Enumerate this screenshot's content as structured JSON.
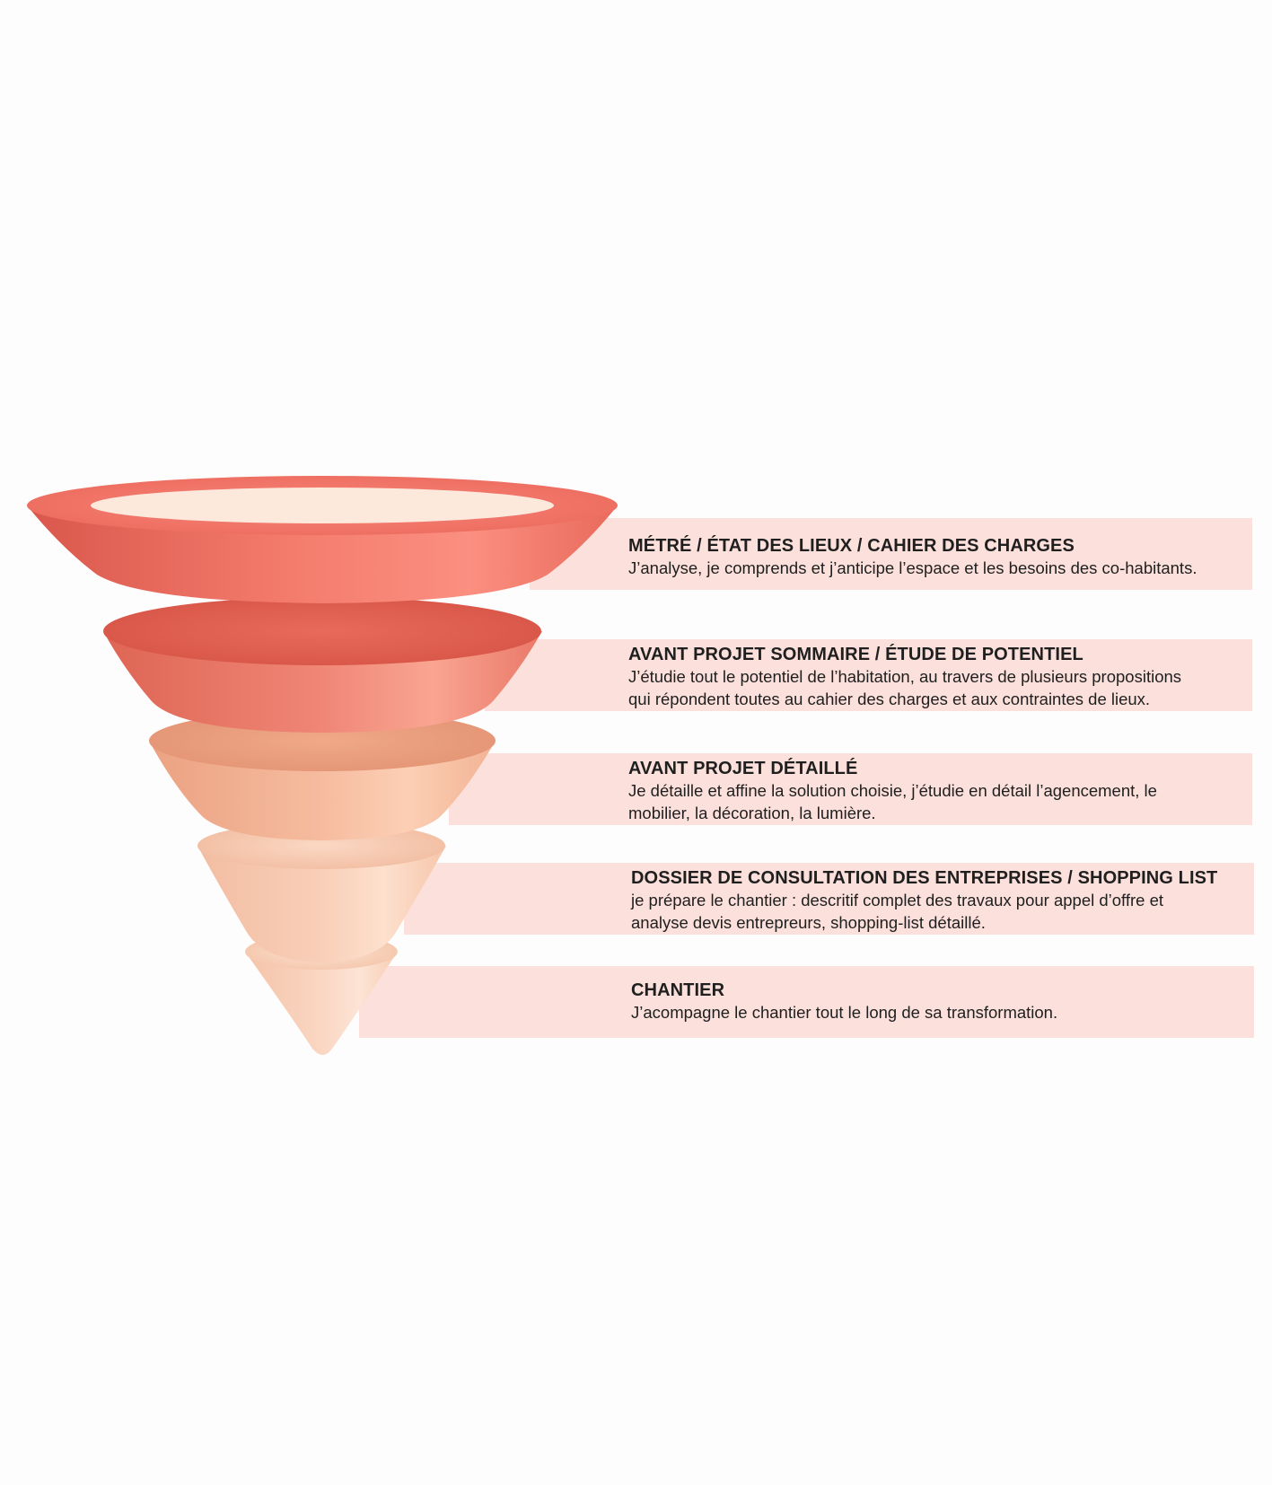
{
  "colors": {
    "background": "#fefdfd",
    "band": "#fbe0db",
    "text": "#1f1f1f",
    "level_1": "#f47c6d",
    "level_2": "#f08676",
    "level_3": "#f6bc9f",
    "level_4": "#f9cfb8",
    "level_5": "#fad6c2",
    "rim_inner": "#fde8dc"
  },
  "stages": [
    {
      "title": "MÉTRÉ / ÉTAT DES LIEUX / CAHIER DES CHARGES",
      "lines": [
        "J’analyse, je comprends et j’anticipe l’espace et les besoins des co-habitants."
      ]
    },
    {
      "title": "AVANT PROJET SOMMAIRE / ÉTUDE DE POTENTIEL",
      "lines": [
        "J’étudie tout le potentiel de l’habitation, au travers de plusieurs propositions",
        "qui répondent toutes au cahier des charges et aux contraintes de lieux."
      ]
    },
    {
      "title": "AVANT PROJET DÉTAILLÉ",
      "lines": [
        "Je détaille et affine la solution choisie, j’étudie en détail l’agencement, le",
        "mobilier, la décoration, la lumière."
      ]
    },
    {
      "title": "DOSSIER DE CONSULTATION DES ENTREPRISES / SHOPPING LIST",
      "lines": [
        "je prépare le chantier : descritif complet des travaux pour appel d’offre et",
        "analyse devis entrepreurs, shopping-list détaillé."
      ]
    },
    {
      "title": "CHANTIER",
      "lines": [
        "J’acompagne le chantier tout le long de sa transformation."
      ]
    }
  ]
}
